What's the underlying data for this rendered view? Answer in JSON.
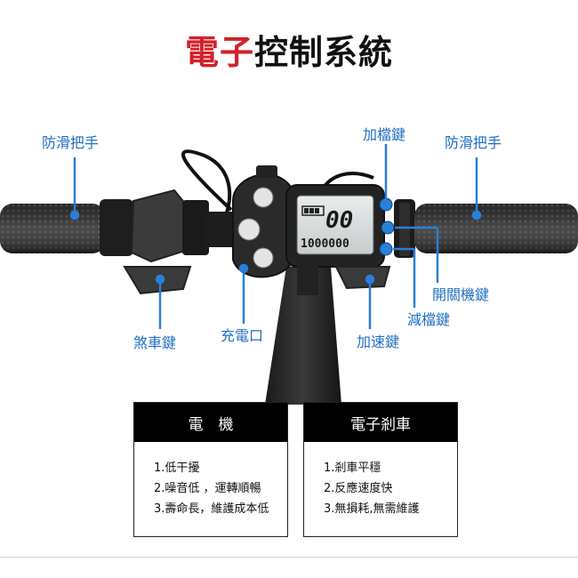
{
  "title": {
    "highlight": "電子",
    "rest": "控制系統"
  },
  "labels": {
    "grip_left": "防滑把手",
    "grip_right": "防滑把手",
    "gear_up_key": "加檔鍵",
    "power_key": "開關機鍵",
    "gear_down_key": "減檔鍵",
    "throttle_key": "加速鍵",
    "charge_port": "充電口",
    "brake_key": "煞車鍵"
  },
  "display": {
    "top_reading": "00",
    "bottom_reading": "1000000"
  },
  "panels": {
    "motor": {
      "title": "電　機",
      "items": [
        "1.低干擾",
        "2.噪音低 ，運轉順暢",
        "3.壽命長，維護成本低"
      ]
    },
    "ebrake": {
      "title": "電子剎車",
      "items": [
        "1.剎車平穩",
        "2.反應速度快",
        "3.無損耗,無需維護"
      ]
    }
  },
  "colors": {
    "title_red": "#d4202a",
    "label_blue": "#1f6ec4",
    "leader_blue": "#2a7fd8"
  }
}
